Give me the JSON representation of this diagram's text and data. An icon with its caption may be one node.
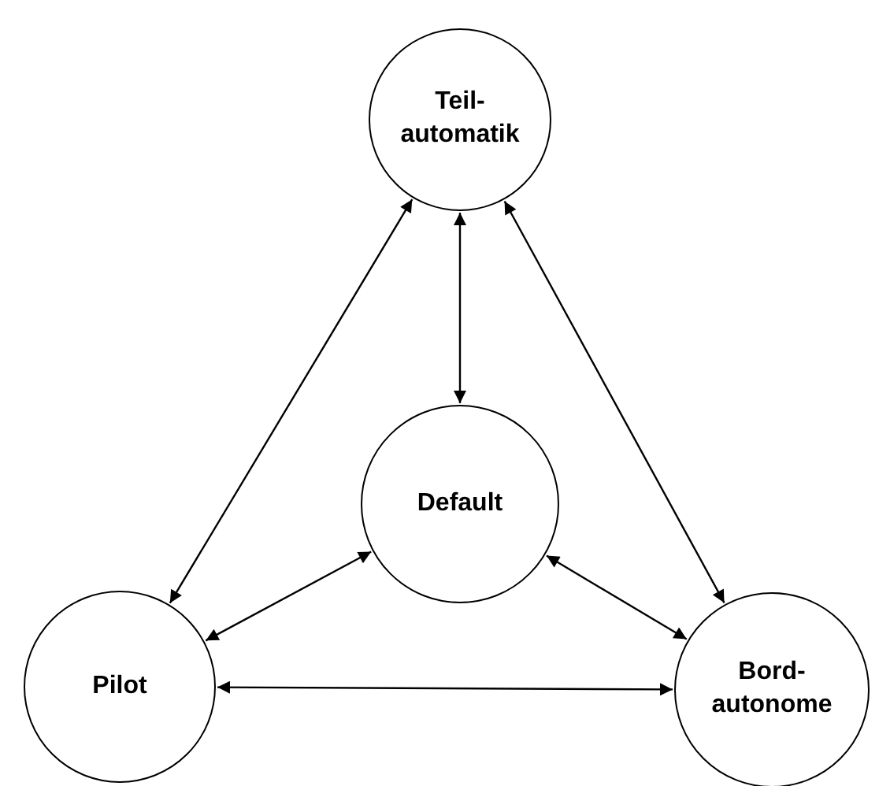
{
  "diagram": {
    "nodes": [
      {
        "text": [
          "Teil- automatik"
        ]
      },
      {
        "text": [
          "Default"
        ]
      },
      {
        "text": [
          "Pilot"
        ]
      },
      {
        "text": [
          "Bord- autonome"
        ]
      }
    ],
    "edges": [
      {
        "from": 0,
        "to": 1,
        "arrow": "both"
      },
      {
        "from": 0,
        "to": 2,
        "arrow": "both"
      },
      {
        "from": 0,
        "to": 3,
        "arrow": "both"
      },
      {
        "from": 1,
        "to": 2,
        "arrow": "both"
      },
      {
        "from": 1,
        "to": 3,
        "arrow": "both"
      },
      {
        "from": 2,
        "to": 3,
        "arrow": "both"
      }
    ]
  }
}
